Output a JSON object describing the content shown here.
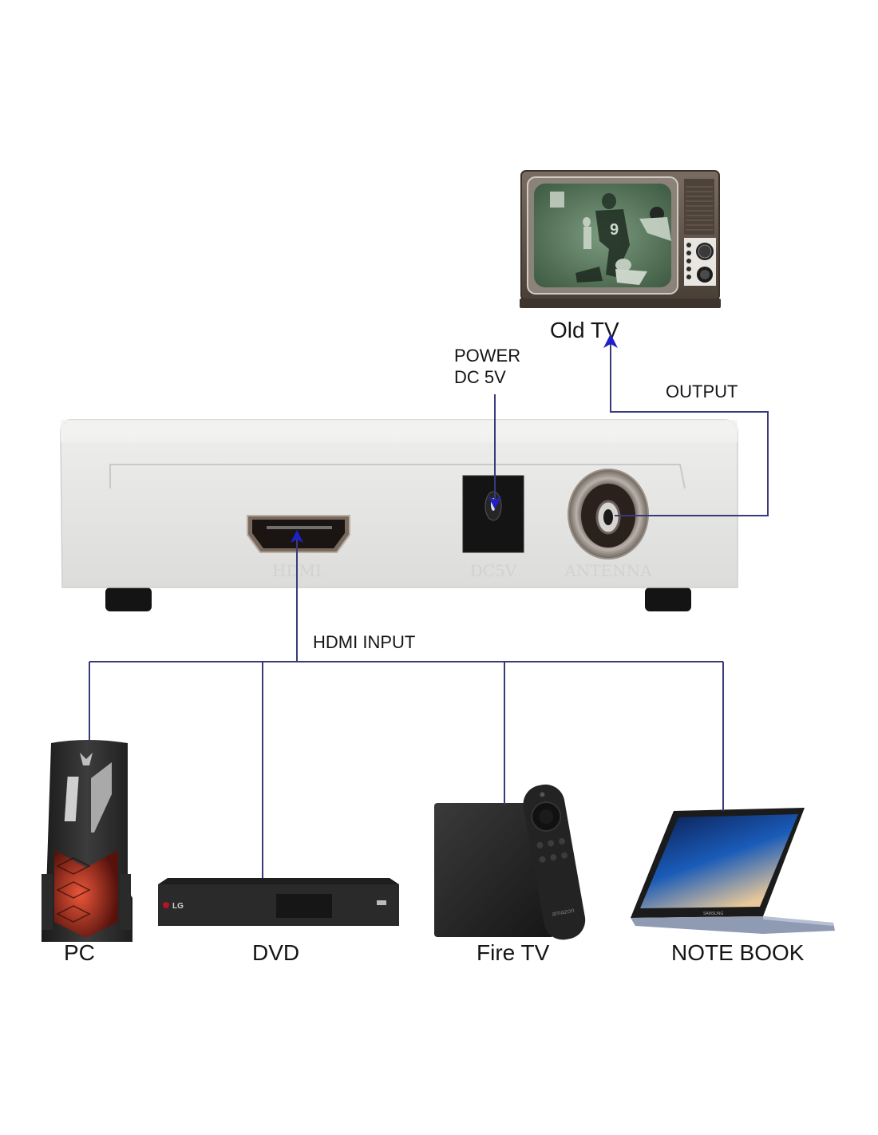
{
  "labels": {
    "old_tv": "Old TV",
    "power": "POWER",
    "power_spec": "DC 5V",
    "output": "OUTPUT",
    "hdmi_input": "HDMI INPUT"
  },
  "device": {
    "port_labels": [
      "HDMI",
      "DC5V",
      "ANTENNA"
    ]
  },
  "sources": [
    {
      "name": "PC"
    },
    {
      "name": "DVD",
      "brand": "LG"
    },
    {
      "name": "Fire TV",
      "brand": "amazon"
    },
    {
      "name": "NOTE BOOK",
      "brand": "SAMSUNG"
    }
  ],
  "tv": {
    "jersey_number": "9"
  },
  "colors": {
    "connector_line": "#3a3a7a",
    "arrow": "#2020c8",
    "device_body": "#e6e6e4",
    "tv_cabinet": "#5a4e44",
    "tv_screen": "#5d7a60"
  }
}
